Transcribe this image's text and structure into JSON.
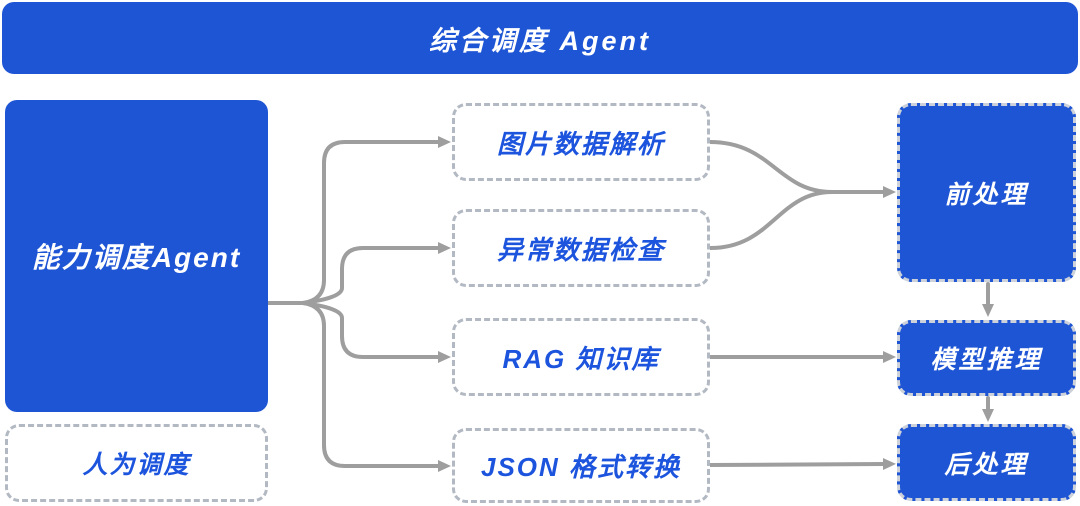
{
  "diagram": {
    "title": "综合调度 Agent",
    "scheduler": {
      "label": "能力调度Agent"
    },
    "human_dispatch": {
      "label": "人为调度"
    },
    "capabilities": [
      {
        "label": "图片数据解析"
      },
      {
        "label": "异常数据检查"
      },
      {
        "label": "RAG 知识库"
      },
      {
        "label": "JSON 格式转换"
      }
    ],
    "pipeline": [
      {
        "label": "前处理"
      },
      {
        "label": "模型推理"
      },
      {
        "label": "后处理"
      }
    ],
    "flows": [
      "能力调度Agent -> 图片数据解析",
      "能力调度Agent -> 异常数据检查",
      "能力调度Agent -> RAG 知识库",
      "能力调度Agent -> JSON 格式转换",
      "图片数据解析 -> 前处理",
      "异常数据检查 -> 前处理",
      "RAG 知识库 -> 模型推理",
      "JSON 格式转换 -> 后处理",
      "前处理 -> 模型推理",
      "模型推理 -> 后处理"
    ]
  },
  "colors": {
    "blue": "#1e55d5",
    "blueText": "#1c54dd",
    "arrow": "#9e9e9e",
    "dashGray": "#b3b9c3",
    "dashLight": "#ccd1da",
    "bg": "#ffffff"
  }
}
